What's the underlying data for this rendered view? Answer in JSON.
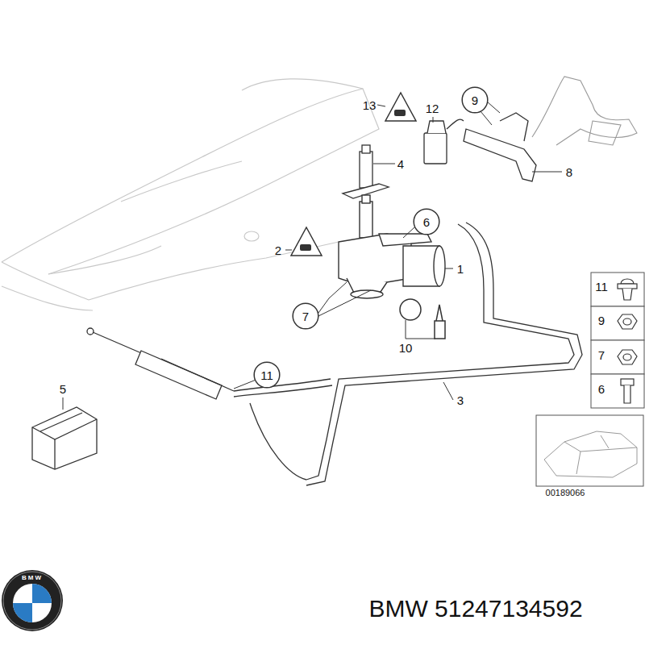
{
  "diagram": {
    "nodes": [
      {
        "text": [
          "9"
        ]
      },
      {
        "text": [
          "6"
        ]
      },
      {
        "text": [
          "7"
        ]
      },
      {
        "text": [
          "11"
        ]
      }
    ],
    "labels": [
      "13",
      "12",
      "4",
      "8",
      "2",
      "1",
      "10",
      "3",
      "5",
      "11",
      "9",
      "7",
      "6",
      "00189066",
      "BMW",
      "BMW 51247134592"
    ]
  }
}
